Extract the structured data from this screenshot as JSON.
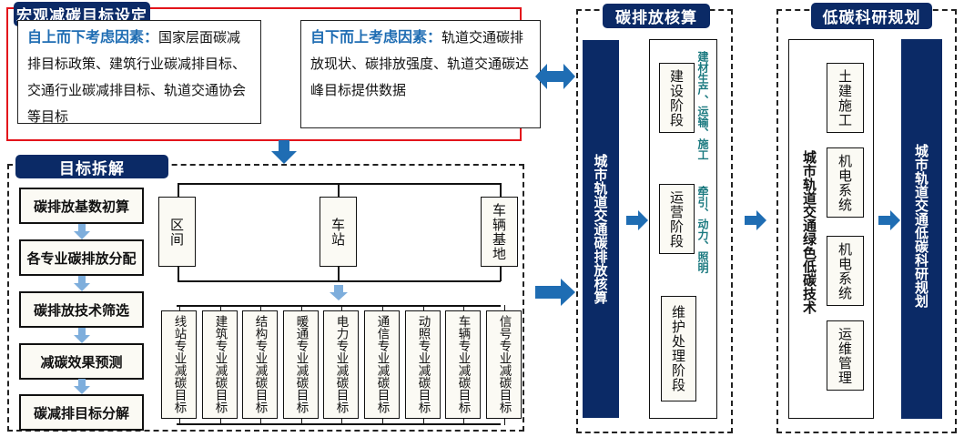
{
  "macro": {
    "title": "宏观减碳目标设定",
    "top_down": {
      "label": "自上而下考虑因素：",
      "text": "国家层面碳减排目标政策、建筑行业碳减排目标、交通行业碳减排目标、轨道交通协会等目标"
    },
    "bottom_up": {
      "label": "自下而上考虑因素：",
      "text": "轨道交通碳排放现状、碳排放强度、轨道交通碳达峰目标提供数据"
    }
  },
  "decomposition": {
    "title": "目标拆解",
    "steps": [
      "碳排放基数初算",
      "各专业碳排放分配",
      "碳排放技术筛选",
      "减碳效果预测",
      "碳减排目标分解"
    ],
    "areas": [
      "区间",
      "车站",
      "车辆基地"
    ],
    "disciplines": [
      "线站专业减碳目标",
      "建筑专业减碳目标",
      "结构专业减碳目标",
      "暖通专业减碳目标",
      "电力专业减碳目标",
      "通信专业减碳目标",
      "动照专业减碳目标",
      "车辆专业减碳目标",
      "信号专业减碳目标"
    ]
  },
  "accounting": {
    "title": "碳排放核算",
    "bar": "城市轨道交通碳排放核算",
    "stages": [
      {
        "label": "建设阶段",
        "note": "建材生产、运输、施工"
      },
      {
        "label": "运营阶段",
        "note": "牵引、动力、照明"
      },
      {
        "label": "维护处理阶段",
        "note": ""
      }
    ]
  },
  "research": {
    "title": "低碳科研规划",
    "tech_label": "城市轨道交通绿色低碳技术",
    "items": [
      "土建施工",
      "机电系统",
      "机电系统",
      "运维管理"
    ],
    "bar": "城市轨道交通低碳科研规划"
  },
  "colors": {
    "navy": "#0b2a66",
    "arrow_blue": "#1f6db3",
    "light_arrow": "#7eaedc",
    "red": "#e3141b",
    "teal": "#1c7a80"
  }
}
